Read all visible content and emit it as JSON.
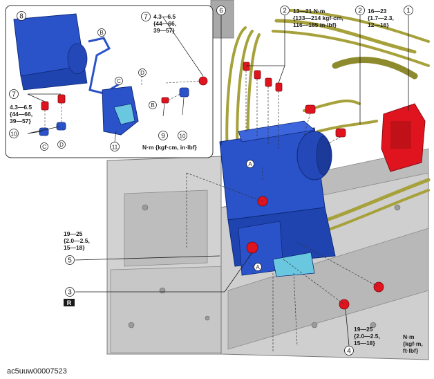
{
  "figure_code": "ac5uuw00007523",
  "callouts": {
    "c1": "1",
    "c2a": "2",
    "c2b": "2",
    "c3": "3",
    "c4": "4",
    "c5": "5",
    "c6": "6",
    "c7a": "7",
    "c7b": "7",
    "c8": "8",
    "c9": "9",
    "c10a": "10",
    "c10b": "10",
    "c11": "11"
  },
  "letters": {
    "b1": "B",
    "b2": "B",
    "c1": "C",
    "c2": "C",
    "d1": "D",
    "d2": "D",
    "a1": "A",
    "a2": "A"
  },
  "torque": {
    "t2a": [
      "13—21 N·m",
      "{133—214 kgf·cm,",
      "116—185 in·lbf}"
    ],
    "t2b": [
      "16—23",
      "{1.7—2.3,",
      "12—16}"
    ],
    "t7a": [
      "4.3—6.5",
      "{44—66,",
      "39—57}"
    ],
    "t7b": [
      "4.3—6.5",
      "{44—66,",
      "39—57}"
    ],
    "t5": [
      "19—25",
      "{2.0—2.5,",
      "15—18}"
    ],
    "t4": [
      "19—25",
      "{2.0—2.5,",
      "15—18}"
    ]
  },
  "inset_unit": "N·m {kgf·cm, in·lbf}",
  "main_unit": [
    "N·m",
    "{kgf·m,",
    "ft·lbf}"
  ],
  "r_badge": "R",
  "colors": {
    "unit_blue": "#2a52c9",
    "unit_blue_dark": "#163a9e",
    "nut_red": "#e0141f",
    "pipe_olive": "#a6a13a",
    "frame_gray": "#c9c9c9",
    "frame_dark": "#8a8a8a"
  }
}
